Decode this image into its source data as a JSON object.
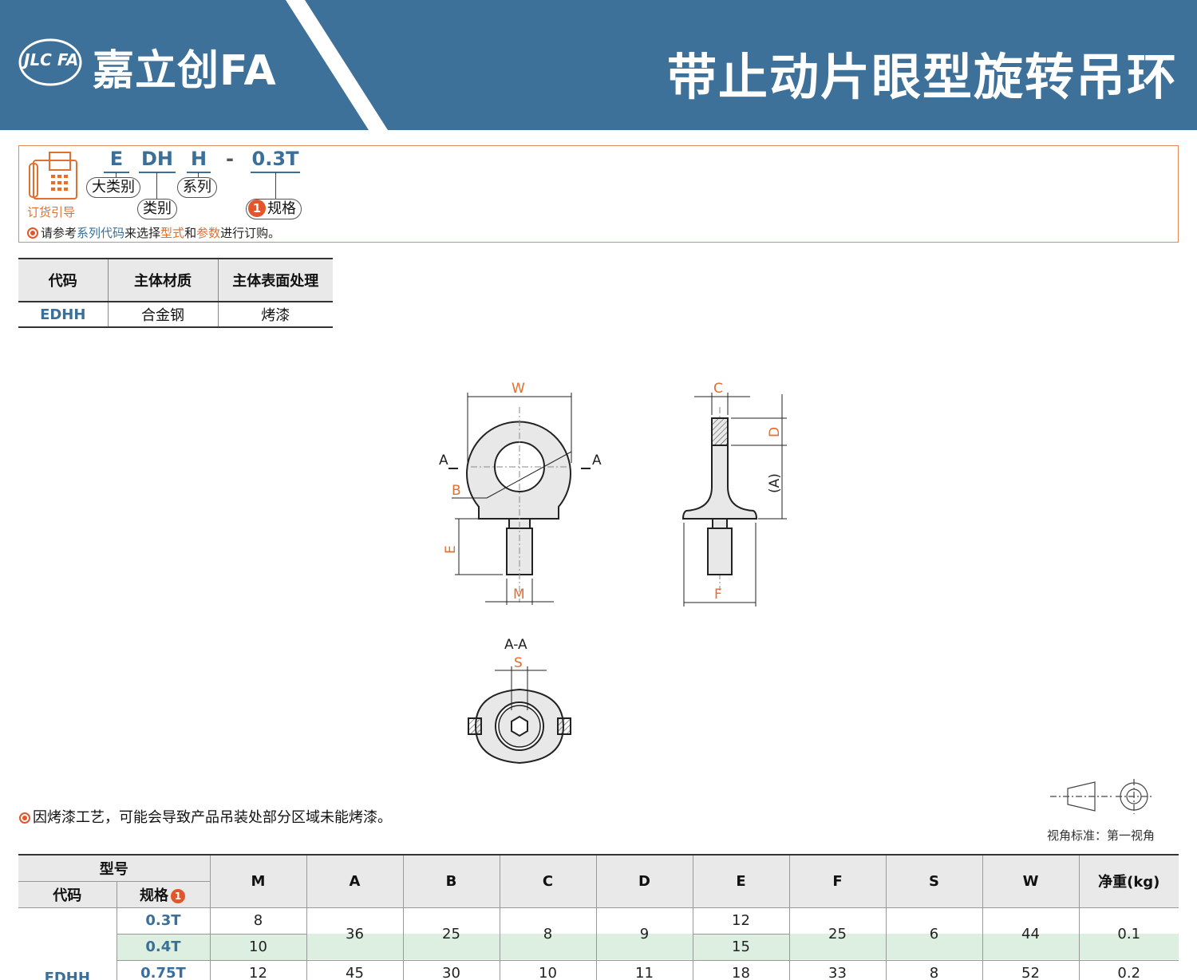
{
  "header": {
    "logo_text": "JLC FA",
    "brand": "嘉立创FA",
    "title": "带止动片眼型旋转吊环",
    "colors": {
      "band": "#3e7199",
      "band_dark": "#2f5d80"
    }
  },
  "order_guide": {
    "label": "订货引导",
    "segments": [
      "E",
      "DH",
      "H",
      "-",
      "0.3T"
    ],
    "pills": {
      "major_category": "大类别",
      "category": "类别",
      "series": "系列",
      "spec_num": "1",
      "spec": "规格"
    },
    "note": {
      "prefix": "请参考",
      "series_code": "系列代码",
      "mid1": "来选择",
      "model": "型式",
      "mid2": "和",
      "params": "参数",
      "suffix": "进行订购。"
    }
  },
  "material_table": {
    "headers": [
      "代码",
      "主体材质",
      "主体表面处理"
    ],
    "row": [
      "EDHH",
      "合金钢",
      "烤漆"
    ]
  },
  "drawing": {
    "labels": {
      "W": "W",
      "A_left": "A",
      "A_right": "A",
      "B": "B",
      "E": "E",
      "M": "M",
      "C": "C",
      "D": "D",
      "A_paren": "(A)",
      "F": "F",
      "section": "A-A",
      "S": "S"
    }
  },
  "notes": {
    "paint": "因烤漆工艺，可能会导致产品吊装处部分区域未能烤漆。",
    "view_standard": "视角标准：第一视角"
  },
  "spec_table": {
    "group_header": "型号",
    "code_header": "代码",
    "spec_header": "规格",
    "spec_badge": "1",
    "columns": [
      "M",
      "A",
      "B",
      "C",
      "D",
      "E",
      "F",
      "S",
      "W",
      "净重(kg)"
    ],
    "code": "EDHH",
    "rows": [
      {
        "spec": "0.3T",
        "M": "8",
        "E": "12"
      },
      {
        "spec": "0.4T",
        "M": "10",
        "E": "15"
      },
      {
        "spec": "0.75T",
        "M": "12",
        "A": "45",
        "B": "30",
        "C": "10",
        "D": "11",
        "E": "18",
        "F": "33",
        "S": "8",
        "W": "52",
        "weight": "0.2"
      }
    ],
    "merged": {
      "A": "36",
      "B": "25",
      "C": "8",
      "D": "9",
      "F": "25",
      "S": "6",
      "W": "44",
      "weight": "0.1"
    }
  }
}
